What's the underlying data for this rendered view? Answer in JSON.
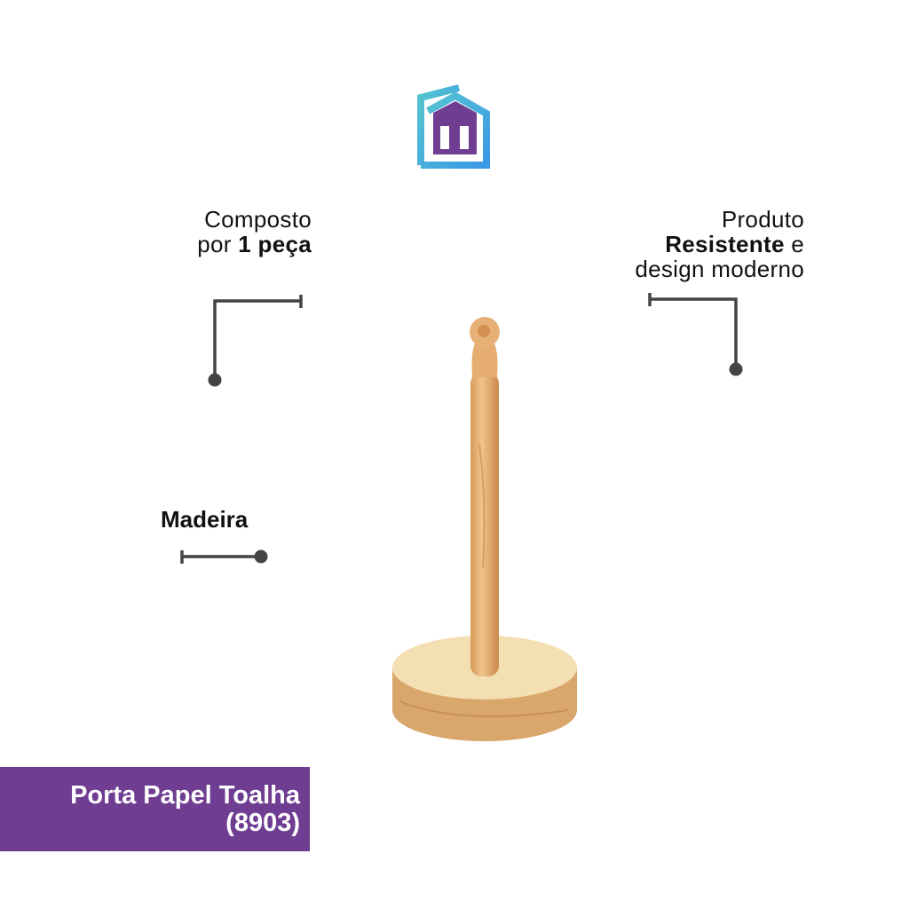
{
  "logo": {
    "name": "brand-logo",
    "colors": {
      "outer": "#4fc3d0",
      "inner": "#6f3d91",
      "accent": "#3a9ee4"
    }
  },
  "callouts": {
    "left": {
      "line1": "Composto",
      "line2_prefix": "por ",
      "line2_bold": "1 peça"
    },
    "right": {
      "line1": "Produto",
      "line2_bold": "Resistente",
      "line2_suffix": " e",
      "line3": "design moderno"
    },
    "material": {
      "label": "Madeira"
    }
  },
  "banner": {
    "title": "Porta Papel Toalha",
    "code": "(8903)",
    "color": "#6f3d91"
  }
}
